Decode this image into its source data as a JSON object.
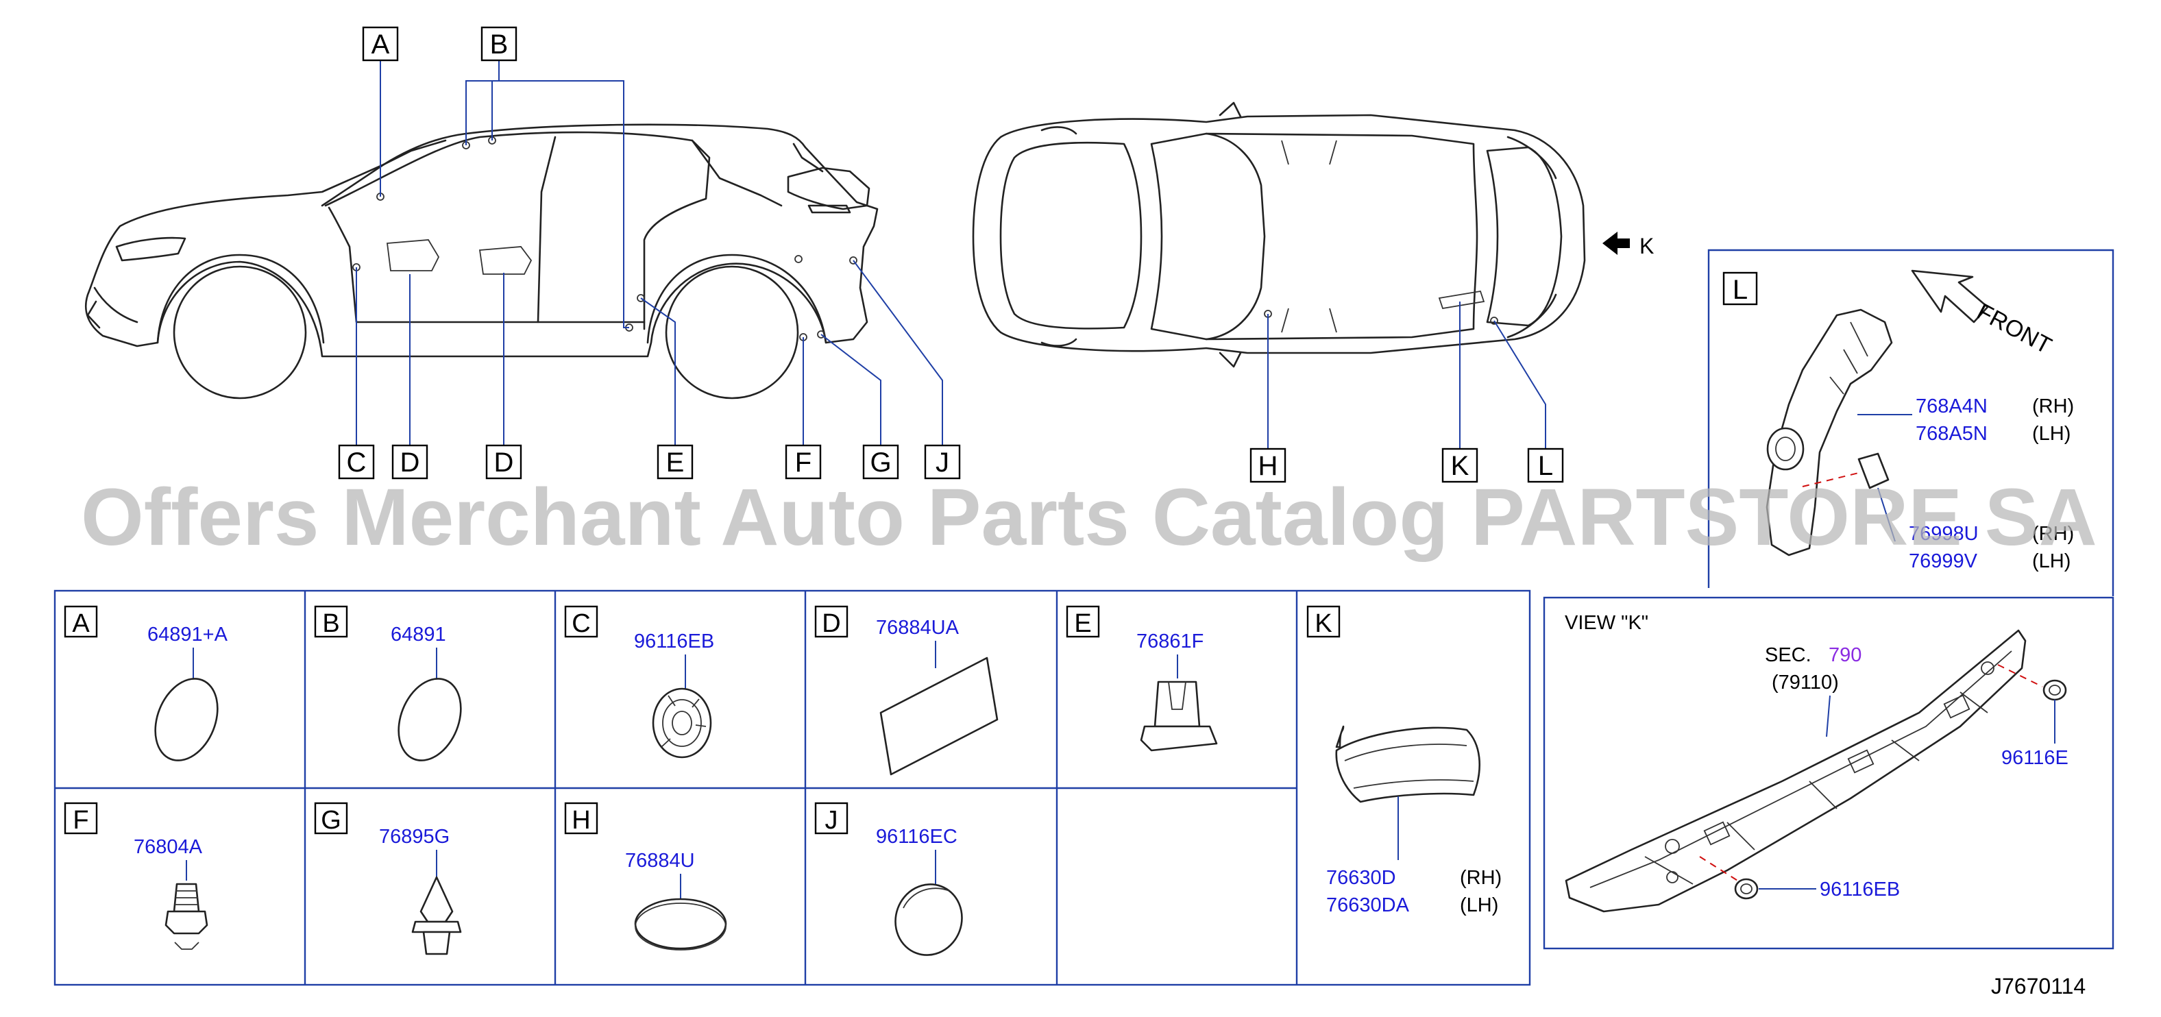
{
  "callouts": {
    "A": "A",
    "B": "B",
    "C": "C",
    "D": "D",
    "E": "E",
    "F": "F",
    "G": "G",
    "H": "H",
    "J": "J",
    "K": "K",
    "L": "L"
  },
  "view_arrow_label": "K",
  "watermark": "Offers Merchant Auto Parts Catalog PARTSTORE SA",
  "detail_L": {
    "letter": "L",
    "front_label": "FRONT",
    "parts": [
      {
        "number": "768A4N",
        "side": "(RH)"
      },
      {
        "number": "768A5N",
        "side": "(LH)"
      },
      {
        "number": "76998U",
        "side": "(RH)"
      },
      {
        "number": "76999V",
        "side": "(LH)"
      }
    ]
  },
  "view_K": {
    "title": "VIEW \"K\"",
    "sec_prefix": "SEC.",
    "sec_number": "790",
    "sec_sub": "(79110)",
    "parts": [
      "96116E",
      "96116EB"
    ]
  },
  "grid": {
    "cells": [
      {
        "letter": "A",
        "part": "64891+A"
      },
      {
        "letter": "B",
        "part": "64891"
      },
      {
        "letter": "C",
        "part": "96116EB"
      },
      {
        "letter": "D",
        "part": "76884UA"
      },
      {
        "letter": "E",
        "part": "76861F"
      },
      {
        "letter": "F",
        "part": "76804A"
      },
      {
        "letter": "G",
        "part": "76895G"
      },
      {
        "letter": "H",
        "part": "76884U"
      },
      {
        "letter": "J",
        "part": "96116EC"
      }
    ],
    "K_cell": {
      "letter": "K",
      "parts": [
        {
          "number": "76630D",
          "side": "(RH)"
        },
        {
          "number": "76630DA",
          "side": "(LH)"
        }
      ]
    }
  },
  "figure_code": "J7670114",
  "colors": {
    "part_number": "#1a1ad9",
    "frame": "#1f3fa6",
    "watermark": "#b8b8b8",
    "section_ref": "#8a2be2"
  }
}
